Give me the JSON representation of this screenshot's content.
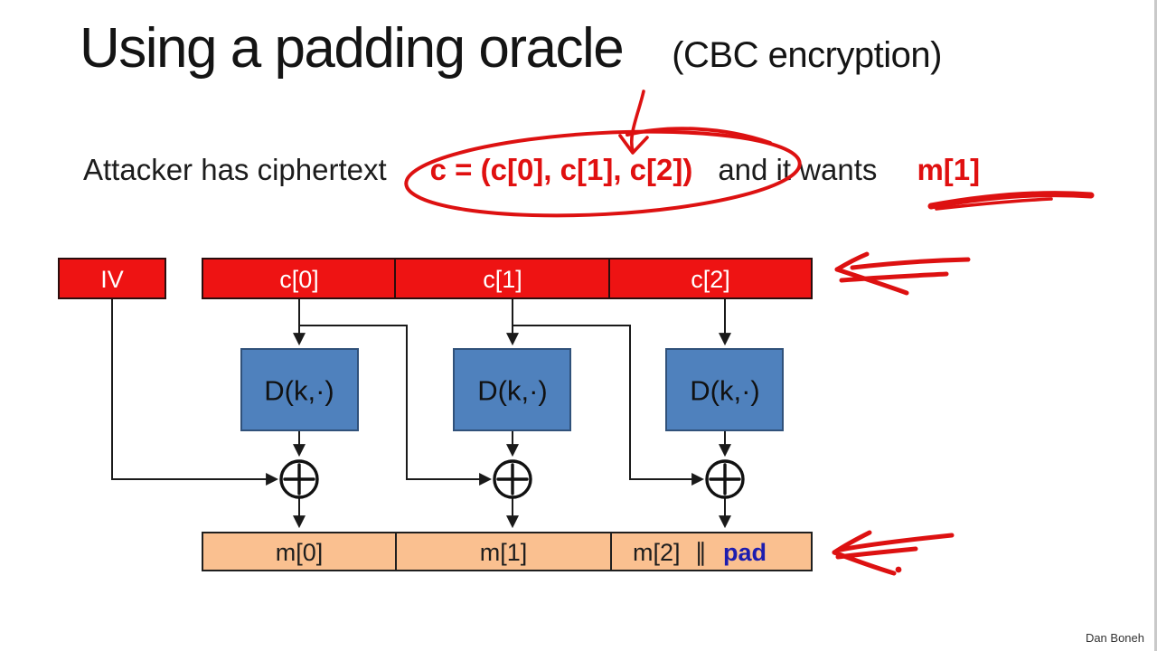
{
  "slide": {
    "title": "Using a padding oracle",
    "subtitle": "(CBC encryption)",
    "statement": {
      "prefix": "Attacker has ciphertext",
      "ciphertext_formula": "c = (c[0], c[1], c[2])",
      "middle": "and it wants",
      "target": "m[1]"
    },
    "credit": "Dan Boneh"
  },
  "diagram": {
    "iv_label": "IV",
    "cipher_blocks": [
      "c[0]",
      "c[1]",
      "c[2]"
    ],
    "decrypt_box_label": "D(k,·)",
    "message_blocks": [
      "m[0]",
      "m[1]"
    ],
    "last_message_block": {
      "label": "m[2]",
      "concat_symbol": "∥",
      "pad_label": "pad"
    }
  },
  "colors": {
    "ciphertext_red": "#ee1313",
    "formula_red": "#e01010",
    "decrypt_blue": "#4f81bd",
    "decrypt_blue_border": "#30517a",
    "message_tan": "#fac090",
    "pad_navy": "#1d1daf",
    "pen_red": "#dd1111",
    "edge_gray": "#c9c9c9"
  }
}
